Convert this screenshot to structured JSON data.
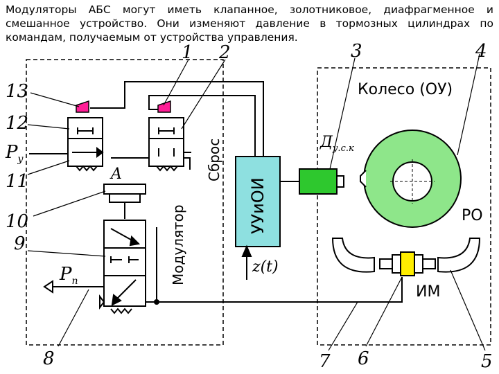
{
  "caption": "Модуляторы АБС могут иметь клапанное, золотниковое, диафрагменное и смешанное устройство. Они изменяют давление в тормозных цилиндрах по командам, получаемым от устройства управления.",
  "callouts": {
    "n1": "1",
    "n2": "2",
    "n3": "3",
    "n4": "4",
    "n5": "5",
    "n6": "6",
    "n7": "7",
    "n8": "8",
    "n9": "9",
    "n10": "10",
    "n11": "11",
    "n12": "12",
    "n13": "13"
  },
  "labels": {
    "wheel": "Колесо (ОУ)",
    "modulator": "Модулятор",
    "release": "Сброс",
    "controller": "УУиОИ",
    "sensor": "Д",
    "sensor_sub": "у.с.к",
    "ro": "РО",
    "im": "ИМ",
    "point_a": "A",
    "py": "P",
    "py_sub": "у",
    "pp": "P",
    "pp_sub": "п",
    "zt": "z(t)"
  },
  "colors": {
    "wheel": "#8ee68a",
    "sensor": "#2ec82e",
    "controller": "#8ee0e0",
    "solenoid": "#ff1e96",
    "actuator": "#ffee00"
  }
}
